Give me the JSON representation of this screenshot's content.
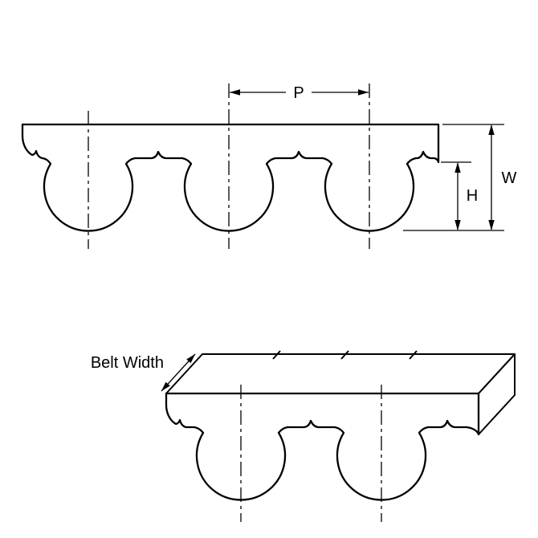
{
  "figure": {
    "type": "technical-diagram",
    "subject": "timing-belt-tooth-profile",
    "background_color": "#ffffff",
    "line_color": "#000000",
    "belt_fill_color": "#ffffff",
    "top_surface_color": "#000000"
  },
  "cross_section_view": {
    "pitch_label": "P",
    "belt_thickness_label": "W",
    "tooth_height_label": "H"
  },
  "perspective_view": {
    "belt_width_label": "Belt Width"
  }
}
